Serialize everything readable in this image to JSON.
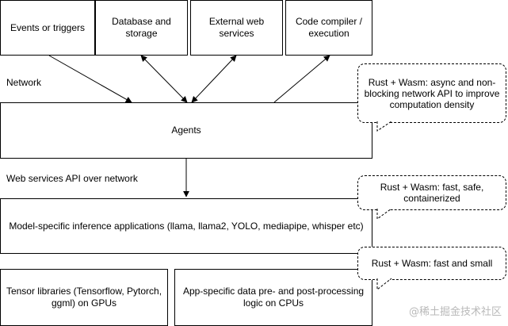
{
  "top_boxes": {
    "events": "Events or triggers",
    "database": "Database and storage",
    "web_services": "External web services",
    "compiler": "Code compiler / execution"
  },
  "labels": {
    "network": "Network",
    "web_api": "Web services API over network"
  },
  "layers": {
    "agents": "Agents",
    "inference": "Model-specific inference applications (llama, llama2, YOLO, mediapipe, whisper etc)",
    "tensor": "Tensor libraries (Tensorflow, Pytorch, ggml) on GPUs",
    "preprocessing": "App-specific data pre- and post-processing logic on CPUs"
  },
  "notes": {
    "network_note": "Rust + Wasm: async and non-blocking network API to improve computation density",
    "inference_note": "Rust + Wasm: fast, safe, containerized",
    "tensor_note": "Rust + Wasm: fast and small"
  },
  "watermark": "@稀土掘金技术社区"
}
